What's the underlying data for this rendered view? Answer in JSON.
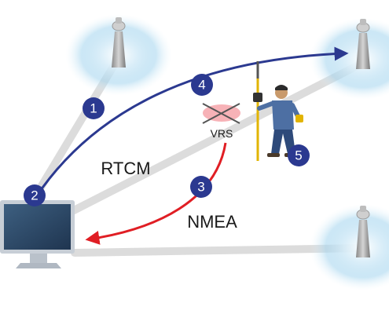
{
  "diagram": {
    "labels": {
      "rtcm": "RTCM",
      "nmea": "NMEA",
      "vrs": "VRS"
    },
    "steps": [
      "1",
      "2",
      "3",
      "4",
      "5"
    ],
    "colors": {
      "step_badge": "#2b3990",
      "rtcm_arrow": "#2b3990",
      "nmea_arrow": "#e01e24",
      "baseline": "#d9d9d9",
      "signal_ring": "#7fc3e6",
      "monitor_screen": "#2f4a66",
      "vrs_cross": "#555555",
      "vrs_blob": "#f6a5aa"
    },
    "icons": [
      "antenna-icon",
      "computer-monitor-icon",
      "surveyor-icon",
      "vrs-cross-icon"
    ]
  }
}
